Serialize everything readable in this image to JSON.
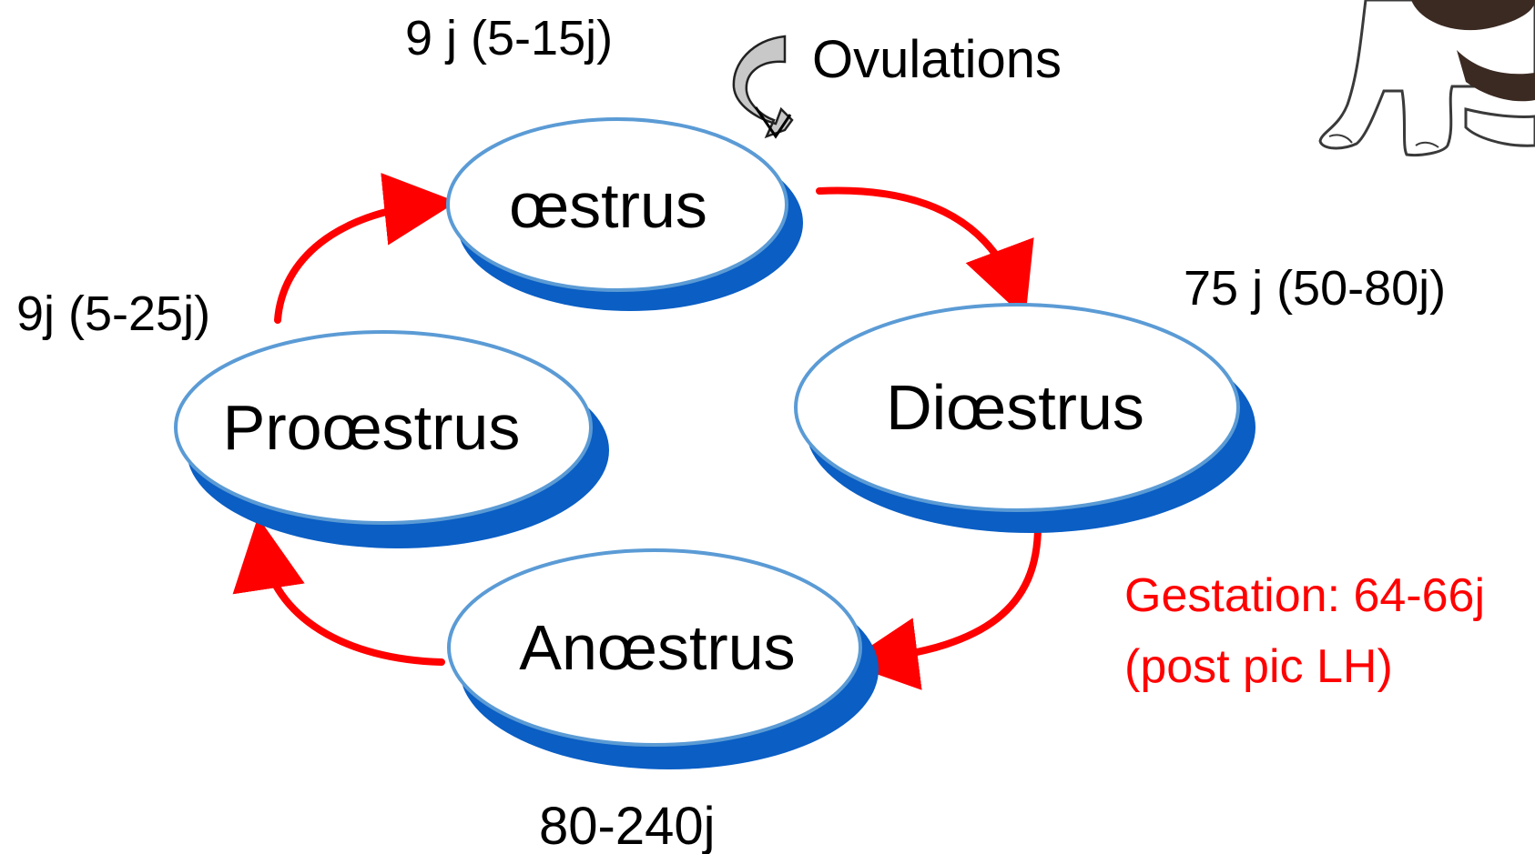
{
  "diagram": {
    "phases": {
      "oestrus": "œstrus",
      "dioestrus": "Diœstrus",
      "anoestrus": "Anœstrus",
      "prooestrus": "Proœstrus"
    },
    "durations": {
      "oestrus": "9 j (5-15j)",
      "dioestrus": "75 j (50-80j)",
      "anoestrus": "80-240j",
      "prooestrus": "9j (5-25j)"
    },
    "ovulation_label": "Ovulations",
    "gestation": {
      "line1": "Gestation: 64-66j",
      "line2": "(post pic LH)"
    },
    "colors": {
      "ellipse_border": "#5b9bd5",
      "ellipse_shadow": "#0a5ec4",
      "arrow": "#ff0000",
      "gestation_text": "#ff0000",
      "ovulation_arrow": "#c8c8c8"
    },
    "illustration": "dog-illustration"
  }
}
